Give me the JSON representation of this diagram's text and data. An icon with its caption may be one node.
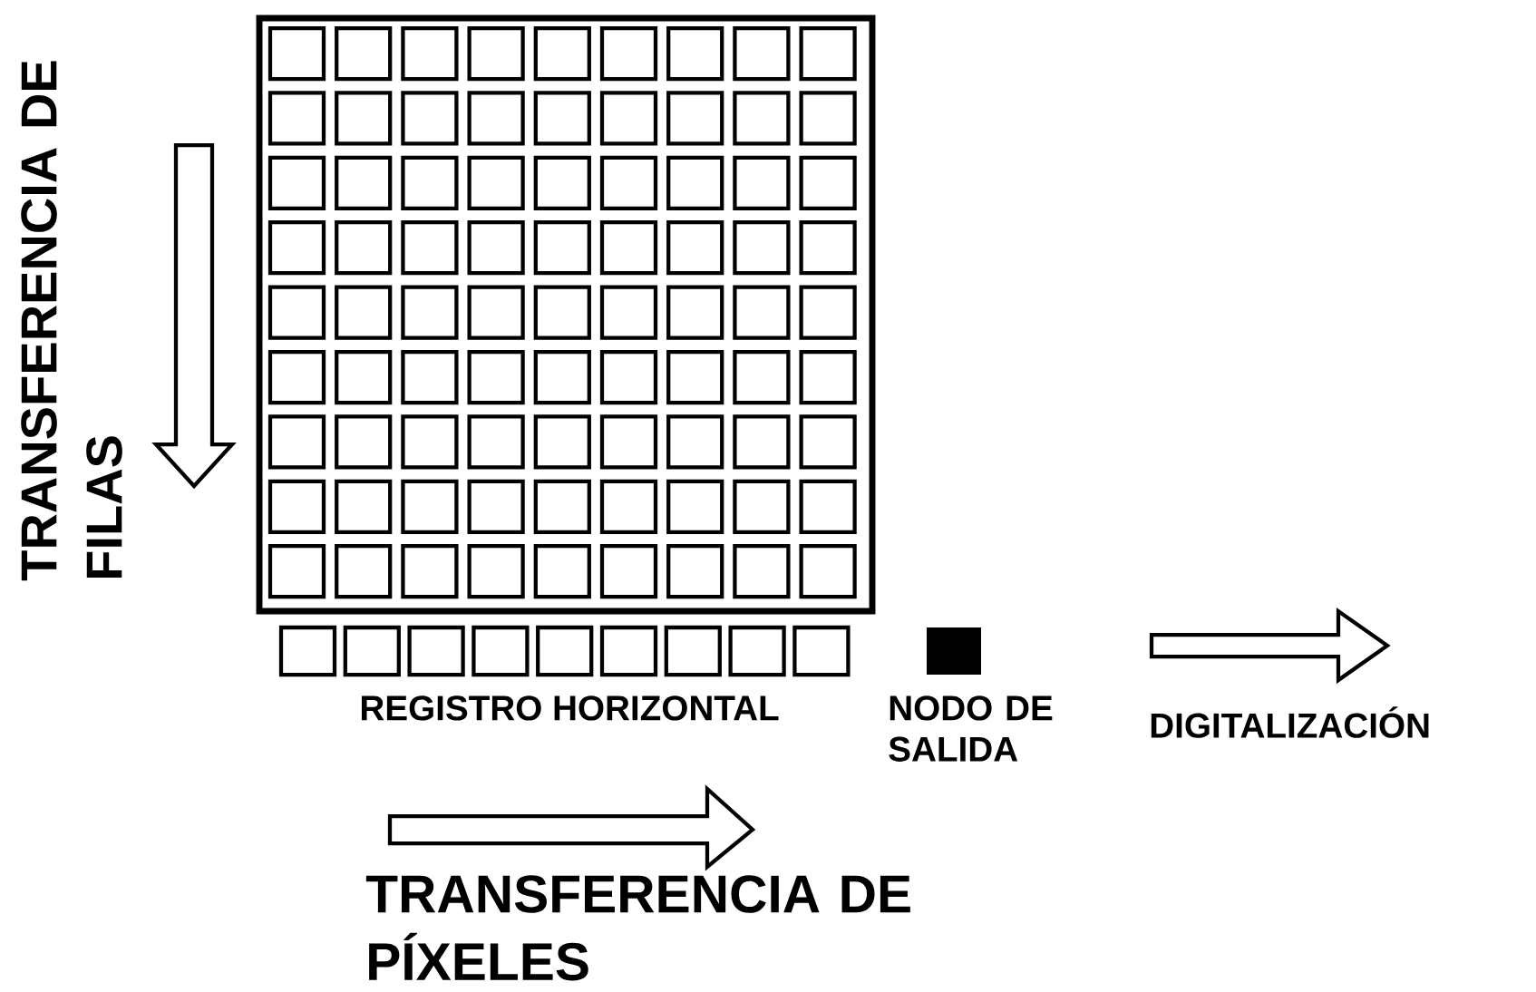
{
  "diagram": {
    "labels": [
      "TRANSFERENCIA DE FILAS",
      "REGISTRO HORIZONTAL",
      "NODO DE SALIDA",
      "DIGITALIZACIÓN",
      "TRANSFERENCIA DE PÍXELES"
    ]
  }
}
